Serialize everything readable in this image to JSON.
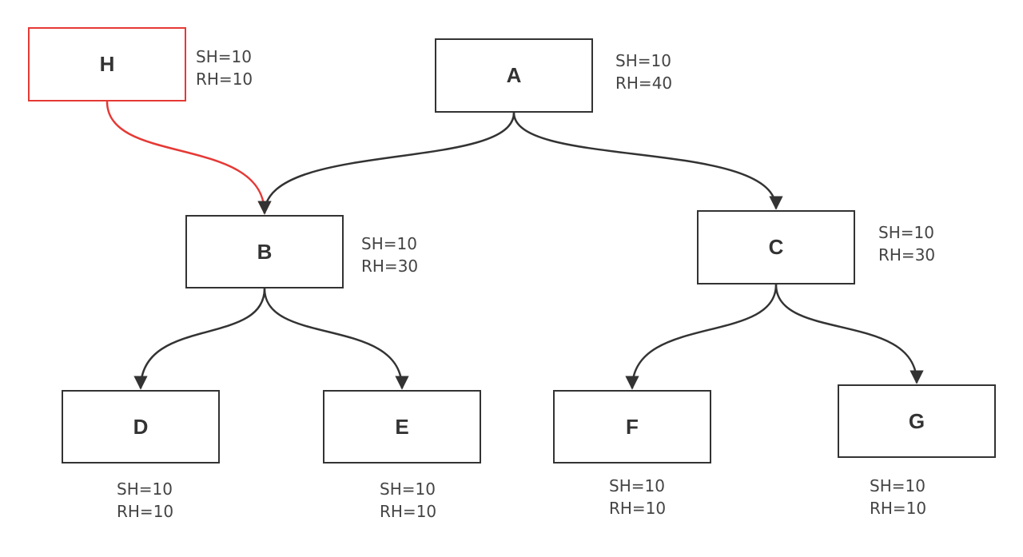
{
  "colors": {
    "node_border": "#333333",
    "highlight": "#e53935",
    "edge": "#333333",
    "text": "#444444"
  },
  "nodes": [
    {
      "id": "H",
      "label": "H",
      "sh": "SH=10",
      "rh": "RH=10",
      "highlight": true
    },
    {
      "id": "A",
      "label": "A",
      "sh": "SH=10",
      "rh": "RH=40",
      "highlight": false
    },
    {
      "id": "B",
      "label": "B",
      "sh": "SH=10",
      "rh": "RH=30",
      "highlight": false
    },
    {
      "id": "C",
      "label": "C",
      "sh": "SH=10",
      "rh": "RH=30",
      "highlight": false
    },
    {
      "id": "D",
      "label": "D",
      "sh": "SH=10",
      "rh": "RH=10",
      "highlight": false
    },
    {
      "id": "E",
      "label": "E",
      "sh": "SH=10",
      "rh": "RH=10",
      "highlight": false
    },
    {
      "id": "F",
      "label": "F",
      "sh": "SH=10",
      "rh": "RH=10",
      "highlight": false
    },
    {
      "id": "G",
      "label": "G",
      "sh": "SH=10",
      "rh": "RH=10",
      "highlight": false
    }
  ],
  "edges": [
    {
      "from": "H",
      "to": "B",
      "highlight": true
    },
    {
      "from": "A",
      "to": "B",
      "highlight": false
    },
    {
      "from": "A",
      "to": "C",
      "highlight": false
    },
    {
      "from": "B",
      "to": "D",
      "highlight": false
    },
    {
      "from": "B",
      "to": "E",
      "highlight": false
    },
    {
      "from": "C",
      "to": "F",
      "highlight": false
    },
    {
      "from": "C",
      "to": "G",
      "highlight": false
    }
  ]
}
